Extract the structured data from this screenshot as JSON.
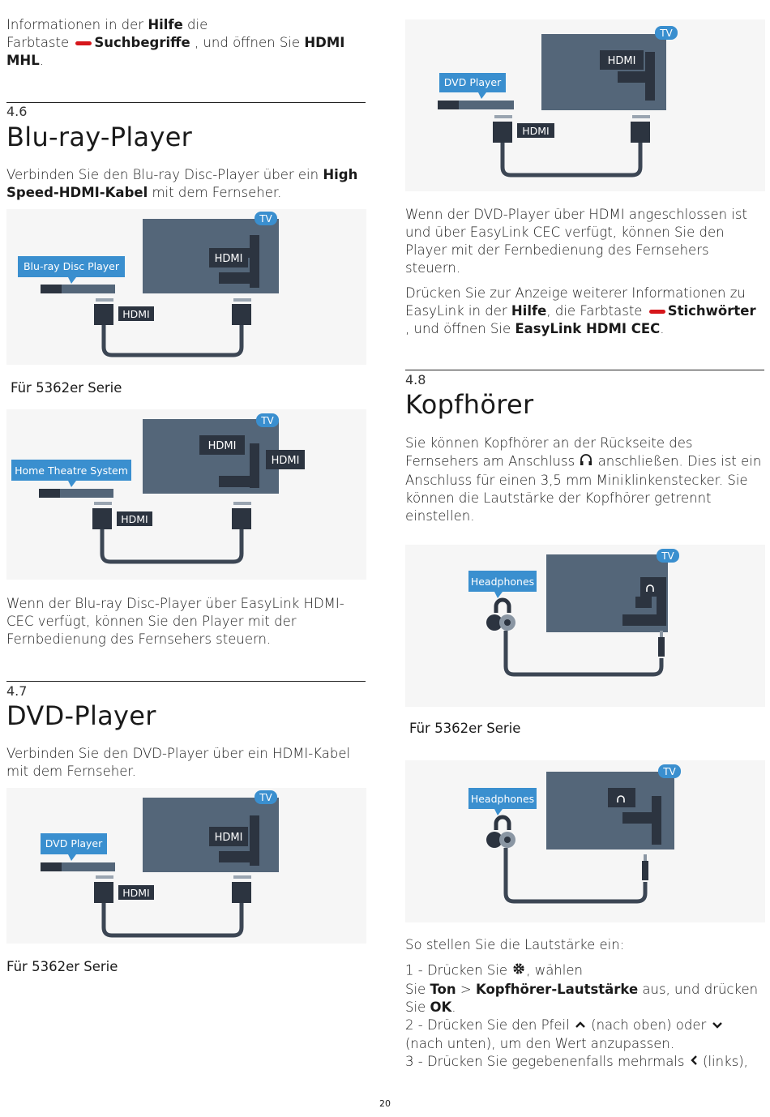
{
  "intro": {
    "line1_a": "Informationen in der ",
    "line1_hilfe": "Hilfe",
    "line1_b": " die",
    "line2_a": "Farbtaste ",
    "line2_such": "Suchbegriffe",
    "line2_b": " , und öffnen Sie ",
    "line2_hdmi": "HDMI",
    "line3": "MHL",
    "line3_end": "."
  },
  "sec46": {
    "num": "4.6",
    "title": "Blu-ray-Player",
    "p1_a": "Verbinden Sie den Blu-ray Disc-Player über ein ",
    "p1_b": "High Speed-HDMI-Kabel",
    "p1_c": " mit dem Fernseher.",
    "fig1": {
      "device_label": "Blu-ray Disc Player",
      "tv_badge": "TV",
      "tv_port": "HDMI",
      "cable_label": "HDMI"
    },
    "caption": "Für 5362er Serie",
    "fig2": {
      "device_label": "Home Theatre System",
      "tv_badge": "TV",
      "tv_port": "HDMI",
      "tv_port2": "HDMI",
      "cable_label": "HDMI"
    },
    "p2": "Wenn der Blu-ray Disc-Player über EasyLink HDMI-CEC verfügt, können Sie den Player mit der Fernbedienung des Fernsehers steuern."
  },
  "sec47": {
    "num": "4.7",
    "title": "DVD-Player",
    "p1": "Verbinden Sie den DVD-Player über ein HDMI-Kabel mit dem Fernseher.",
    "fig1": {
      "device_label": "DVD Player",
      "tv_badge": "TV",
      "tv_port": "HDMI",
      "cable_label": "HDMI"
    },
    "caption": "Für 5362er Serie",
    "fig2": {
      "device_label": "DVD Player",
      "tv_badge": "TV",
      "tv_port": "HDMI",
      "cable_label": "HDMI"
    },
    "p2": "Wenn der DVD-Player über HDMI angeschlossen ist und über EasyLink CEC verfügt, können Sie den Player mit der Fernbedienung des Fernsehers steuern.",
    "p3_a": "Drücken Sie zur Anzeige weiterer Informationen zu EasyLink in der ",
    "p3_hilfe": "Hilfe",
    "p3_b": ", die Farbtaste ",
    "p3_stich": "Stichwörter",
    "p3_c": " , und öffnen Sie ",
    "p3_easylink": "EasyLink HDMI CEC",
    "p3_end": "."
  },
  "sec48": {
    "num": "4.8",
    "title": "Kopfhörer",
    "p1_a": "Sie können Kopfhörer an der Rückseite des Fernsehers am Anschluss ",
    "p1_b": " anschließen. Dies ist ein Anschluss für einen 3,5 mm Miniklinkenstecker. Sie können die Lautstärke der Kopfhörer getrennt einstellen.",
    "fig1": {
      "device_label": "Headphones",
      "tv_badge": "TV"
    },
    "caption": "Für 5362er Serie",
    "fig2": {
      "device_label": "Headphones",
      "tv_badge": "TV"
    },
    "steps_intro": "So stellen Sie die Lautstärke ein:",
    "step1_num": "1 - ",
    "step1_a": "Drücken Sie ",
    "step1_b": ", wählen",
    "step1_c": "Sie ",
    "step1_ton": "Ton",
    "step1_d": " > ",
    "step1_kopf": "Kopfhörer-Lautstärke",
    "step1_e": " aus, und drücken",
    "step1_f": "Sie ",
    "step1_ok": "OK",
    "step1_end": ".",
    "step2_num": "2 - ",
    "step2_a": "Drücken Sie den Pfeil ",
    "step2_b": " (nach oben) oder ",
    "step2_c": " (nach unten), um den Wert anzupassen.",
    "step3_num": "3 - ",
    "step3_a": "Drücken Sie gegebenenfalls mehrmals ",
    "step3_b": " (links),"
  },
  "page_number": "20",
  "colors": {
    "tv": "#546679",
    "label": "#3a8fcf",
    "dark": "#2c3440",
    "cable": "#3c4654",
    "red_key": "#d6161b"
  }
}
